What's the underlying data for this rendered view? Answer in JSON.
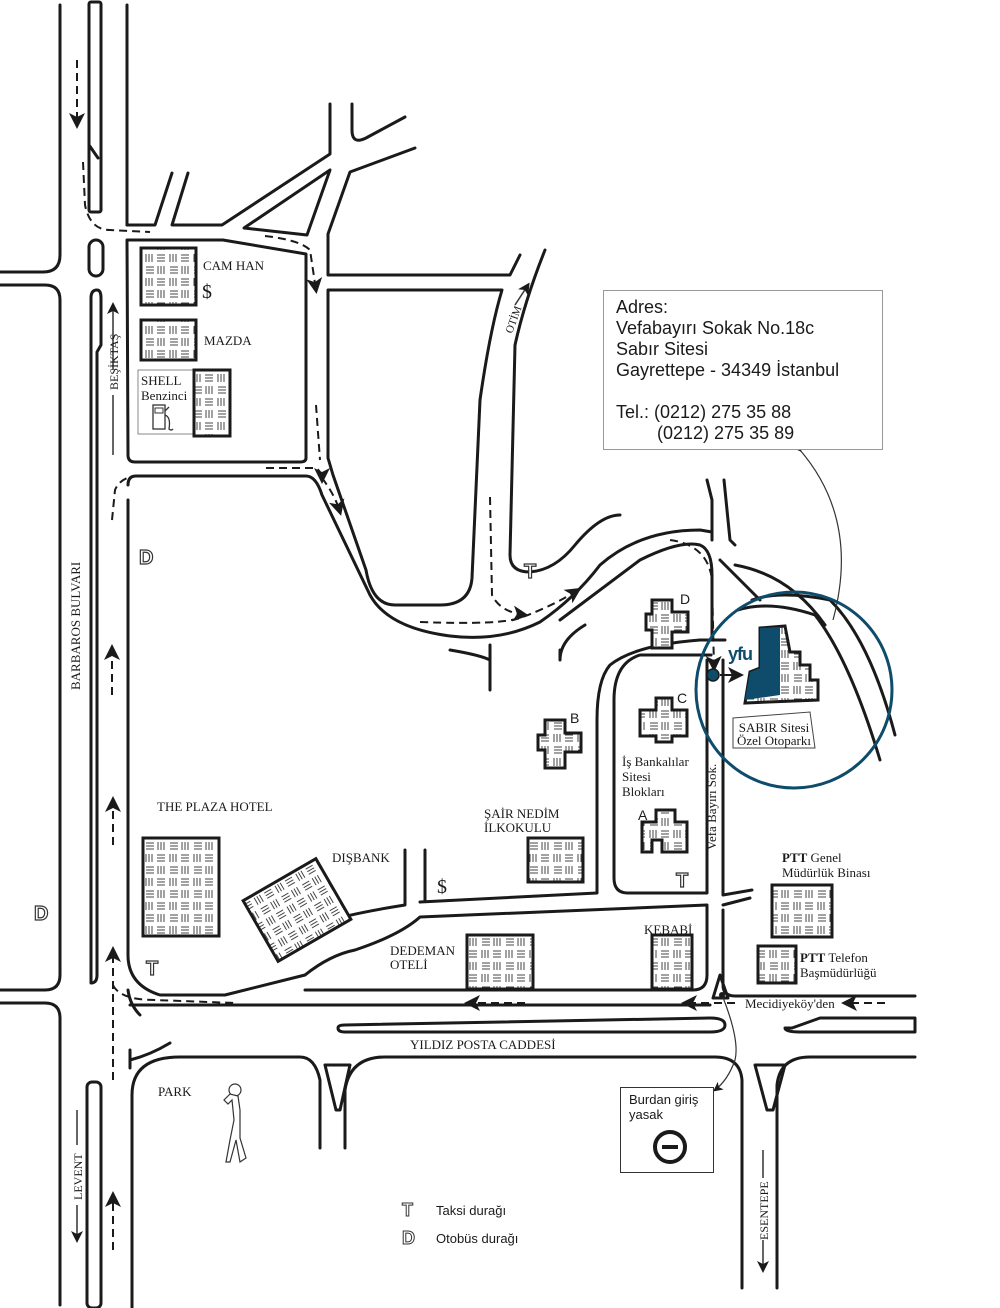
{
  "map": {
    "accent_color": "#0f4c6b",
    "address_box": {
      "heading": "Adres:",
      "street": "Vefabayırı Sokak No.18c",
      "site": "Sabır Sitesi",
      "district": "Gayrettepe - 34349 İstanbul",
      "tel_label": "Tel.:",
      "phone_1": "(0212) 275 35 88",
      "phone_2": "(0212) 275 35 89"
    },
    "destination": {
      "logo_text": "yfu",
      "label_line_1": "SABIR Sitesi",
      "label_line_2": "Özel Otoparkı"
    },
    "roads": {
      "barbaros": "BARBAROS BULVARI",
      "besiktas": "BEŞİKTAŞ",
      "levent": "LEVENT",
      "otim": "OTİM",
      "yildiz_posta": "YILDIZ POSTA CADDESİ",
      "vefa_bayiri": "Vefa Bayırı Sok.",
      "esentepe": "ESENTEPE",
      "mecidiyekoy": "Mecidiyeköy'den"
    },
    "landmarks": {
      "cam_han": "CAM HAN",
      "mazda": "MAZDA",
      "shell_1": "SHELL",
      "shell_2": "Benzinci",
      "plaza_hotel": "THE PLAZA HOTEL",
      "disbank": "DIŞBANK",
      "sair_nedim_1": "ŞAİR NEDİM",
      "sair_nedim_2": "İLKOKULU",
      "dedeman_1": "DEDEMAN",
      "dedeman_2": "OTELİ",
      "kebabi": "KEBABİ",
      "is_bankalilar_1": "İş Bankalılar",
      "is_bankalilar_2": "Sitesi",
      "is_bankalilar_3": "Blokları",
      "ptt_genel_bold": "PTT",
      "ptt_genel_1": "Genel",
      "ptt_genel_2": "Müdürlük Binası",
      "ptt_telefon_bold": "PTT",
      "ptt_telefon_1": "Telefon",
      "ptt_telefon_2": "Başmüdürlüğü",
      "park": "PARK"
    },
    "blocks": [
      "A",
      "B",
      "C",
      "D"
    ],
    "bank_symbol": "$",
    "stop_symbols": {
      "taxi": "T",
      "bus": "D"
    },
    "no_entry": {
      "line_1": "Burdan giriş",
      "line_2": "yasak"
    },
    "legend": [
      {
        "symbol": "T",
        "label": "Taksi durağı"
      },
      {
        "symbol": "D",
        "label": "Otobüs durağı"
      }
    ]
  }
}
